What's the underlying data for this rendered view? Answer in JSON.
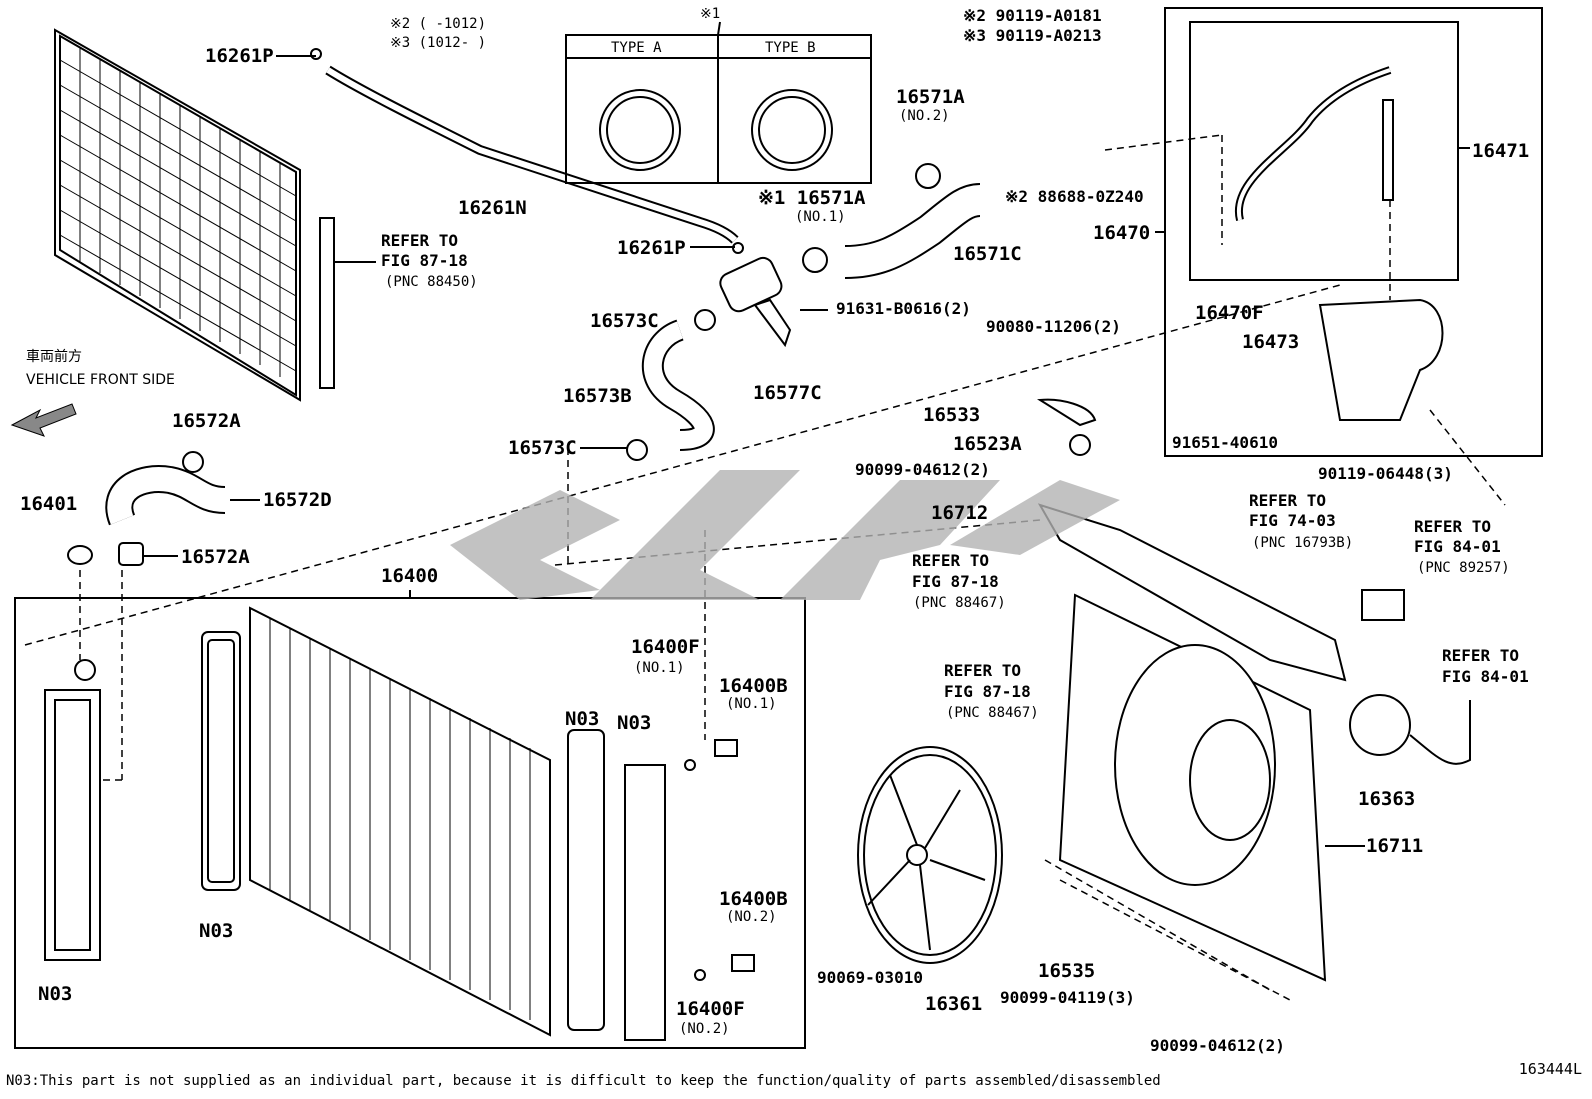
{
  "parts": {
    "p16261P_top": "16261P",
    "p16261P_mid": "16261P",
    "p16261N": "16261N",
    "note_x2": "※2 (      -1012)",
    "note_x3": "※3 (1012-      )",
    "clamp_title": "※1",
    "type_a": "TYPE A",
    "type_b": "TYPE B",
    "p16571A_no2": "16571A",
    "p16571A_no2_sub": "(NO.2)",
    "p16571A_no1": "※1 16571A",
    "p16571A_no1_sub": "(NO.1)",
    "p16571C": "16571C",
    "p91631": "91631-B0616(2)",
    "p16573C_top": "16573C",
    "p16573B": "16573B",
    "p16577C": "16577C",
    "p16573C_bot": "16573C",
    "refer_8718_a": "REFER TO",
    "refer_8718_a2": "FIG 87-18",
    "refer_8718_a3": "(PNC 88450)",
    "vehicle_front_jp": "車両前方",
    "vehicle_front": "VEHICLE FRONT SIDE",
    "p16572A_top": "16572A",
    "p16572D": "16572D",
    "p16572A_bot": "16572A",
    "p16401": "16401",
    "p16400": "16400",
    "bolt_top_1": "※2 90119-A0181",
    "bolt_top_2": "※3 90119-A0213",
    "p88688": "※2 88688-0Z240",
    "p16471": "16471",
    "p16470": "16470",
    "p16470F": "16470F",
    "p16473": "16473",
    "p91651": "91651-40610",
    "p90119_06448": "90119-06448(3)",
    "p90080": "90080-11206(2)",
    "p16533": "16533",
    "p16523A": "16523A",
    "p90099_04612_a": "90099-04612(2)",
    "p16712": "16712",
    "refer_8718_b": "REFER TO",
    "refer_8718_b2": "FIG 87-18",
    "refer_8718_b3": "(PNC 88467)",
    "refer_7403": "REFER TO",
    "refer_7403_2": "FIG 74-03",
    "refer_7403_3": "(PNC 16793B)",
    "refer_8401_a": "REFER TO",
    "refer_8401_a2": "FIG 84-01",
    "refer_8401_a3": "(PNC 89257)",
    "refer_8401_b": "REFER TO",
    "refer_8401_b2": "FIG 84-01",
    "refer_8718_c": "REFER TO",
    "refer_8718_c2": "FIG 87-18",
    "refer_8718_c3": "(PNC 88467)",
    "p16363": "16363",
    "p16711": "16711",
    "p16400F_no1": "16400F",
    "p16400F_no1_sub": "(NO.1)",
    "p16400B_no1": "16400B",
    "p16400B_no1_sub": "(NO.1)",
    "p16400B_no2": "16400B",
    "p16400B_no2_sub": "(NO.2)",
    "p16400F_no2": "16400F",
    "p16400F_no2_sub": "(NO.2)",
    "n03_a": "N03",
    "n03_b": "N03",
    "n03_c": "N03",
    "n03_d": "N03",
    "p90069": "90069-03010",
    "p16361": "16361",
    "p16535": "16535",
    "p90099_04119": "90099-04119(3)",
    "p90099_04612_b": "90099-04612(2)"
  },
  "footnote": "N03:This part is not supplied as an individual part, because it is difficult to keep the function/quality of parts assembled/disassembled",
  "figure_number": "163444L",
  "watermark_color": "#b3b3b3"
}
